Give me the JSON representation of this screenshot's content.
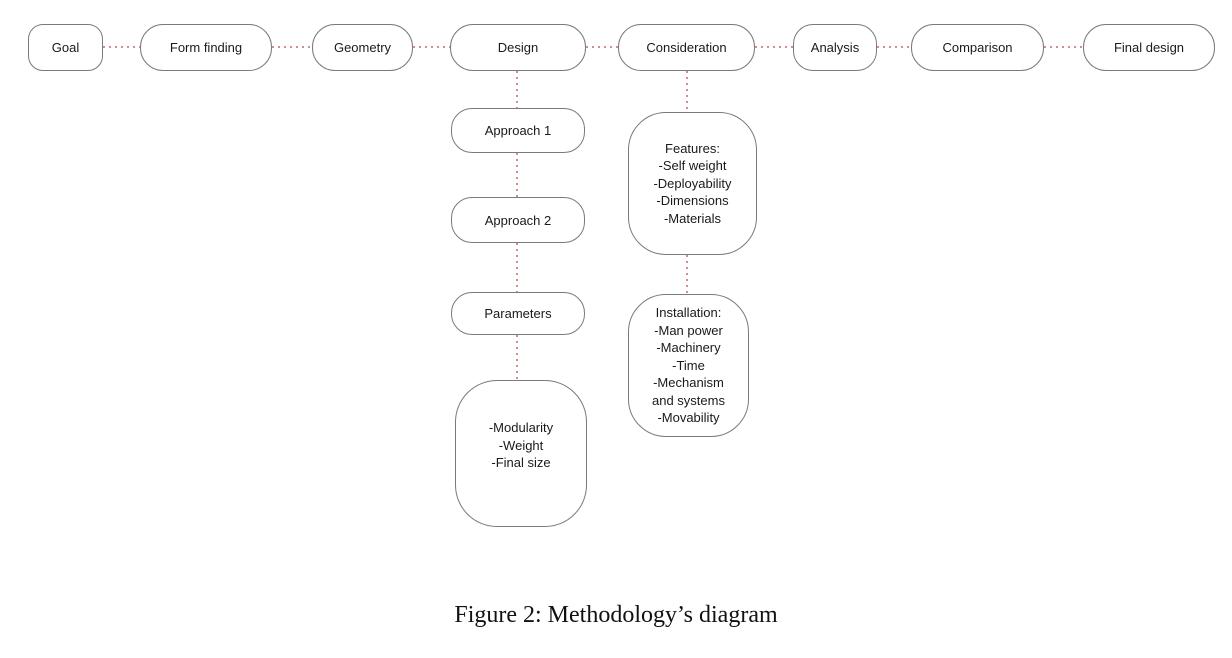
{
  "diagram": {
    "top_row": [
      {
        "label": "Goal"
      },
      {
        "label": "Form finding"
      },
      {
        "label": "Geometry"
      },
      {
        "label": "Design"
      },
      {
        "label": "Consideration"
      },
      {
        "label": "Analysis"
      },
      {
        "label": "Comparison"
      },
      {
        "label": "Final design"
      }
    ],
    "design_branch": [
      {
        "label": "Approach 1"
      },
      {
        "label": "Approach 2"
      },
      {
        "label": "Parameters"
      },
      {
        "lines": [
          "-Modularity",
          "-Weight",
          "-Final size"
        ]
      }
    ],
    "consideration_branch": [
      {
        "lines": [
          "Features:",
          "-Self weight",
          "-Deployability",
          "-Dimensions",
          "-Materials"
        ]
      },
      {
        "lines": [
          "Installation:",
          "-Man power",
          "-Machinery",
          "-Time",
          "-Mechanism",
          "and systems",
          "-Movability"
        ]
      }
    ],
    "colors": {
      "connector_dotted": "#d08f8f",
      "node_border": "#7a7a7a",
      "node_text": "#1a1a1a"
    }
  },
  "caption": "Figure 2: Methodology’s diagram"
}
